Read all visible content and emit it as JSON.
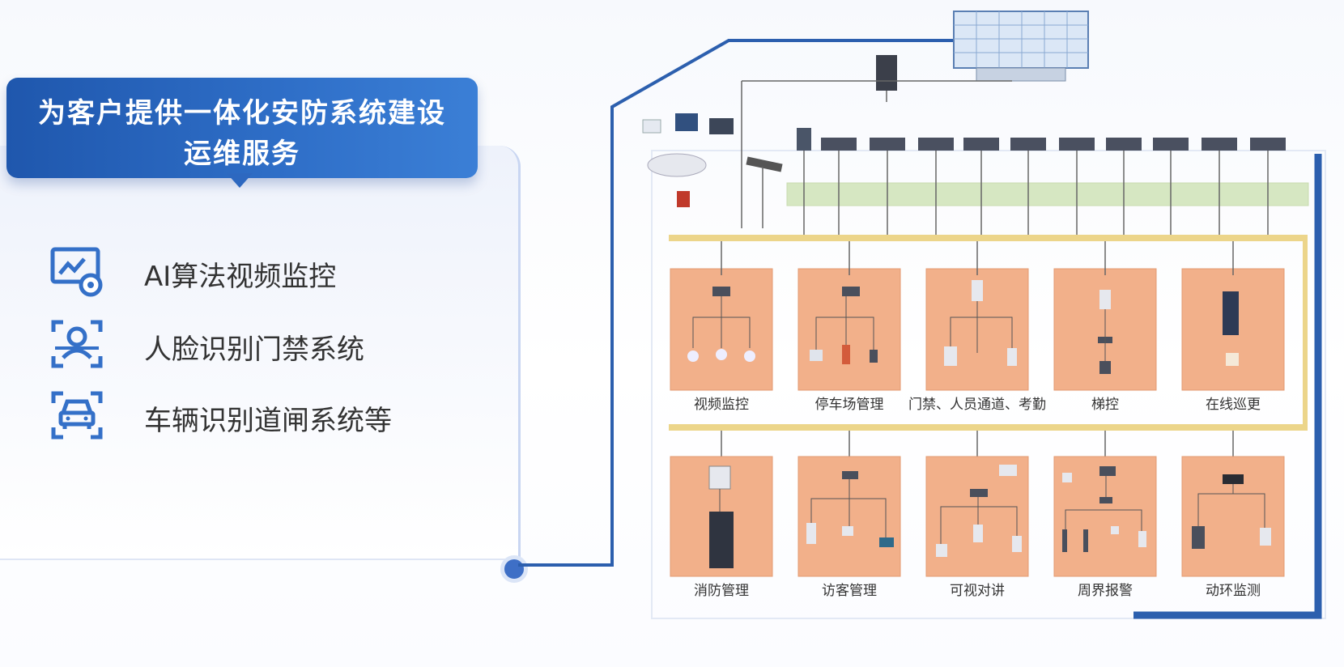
{
  "banner": {
    "line1": "为客户提供一体化安防系统建设",
    "line2": "运维服务"
  },
  "features": [
    {
      "icon": "ai-monitor-icon",
      "label": "AI算法视频监控"
    },
    {
      "icon": "face-scan-icon",
      "label": "人脸识别门禁系统"
    },
    {
      "icon": "car-scan-icon",
      "label": "车辆识别道闸系统等"
    }
  ],
  "diagram": {
    "top_row_subsystems": [
      "视频监控",
      "停车场管理",
      "门禁、人员通道、考勤",
      "梯控",
      "在线巡更"
    ],
    "bottom_row_subsystems": [
      "消防管理",
      "访客管理",
      "可视对讲",
      "周界报警",
      "动环监测"
    ]
  },
  "colors": {
    "banner": "#2a62bb",
    "panel": "#f2b08a",
    "bus": "#ecd58a",
    "server_bar": "#d6e7c2",
    "frame": "#2c5fae"
  }
}
